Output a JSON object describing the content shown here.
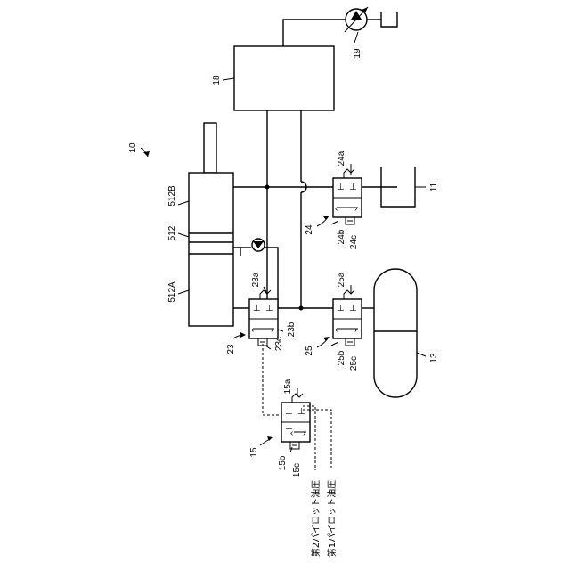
{
  "figure": {
    "system_ref": "10",
    "labels": {
      "cylinder": "512",
      "cylinder_rod_side": "512B",
      "cylinder_head_side": "512A",
      "controller": "18",
      "pump": "19",
      "tank_11": "11",
      "accumulator": "13",
      "valve_23": "23",
      "valve_23a": "23a",
      "valve_23b": "23b",
      "valve_23c": "23c",
      "valve_24": "24",
      "valve_24a": "24a",
      "valve_24b": "24b",
      "valve_24c": "24c",
      "valve_25": "25",
      "valve_25a": "25a",
      "valve_25b": "25b",
      "valve_25c": "25c",
      "valve_15": "15",
      "valve_15a": "15a",
      "valve_15b": "15b",
      "valve_15c": "15c"
    },
    "pilot_labels": {
      "second": "第2パイロット油圧",
      "first": "第1パイロット油圧"
    }
  }
}
